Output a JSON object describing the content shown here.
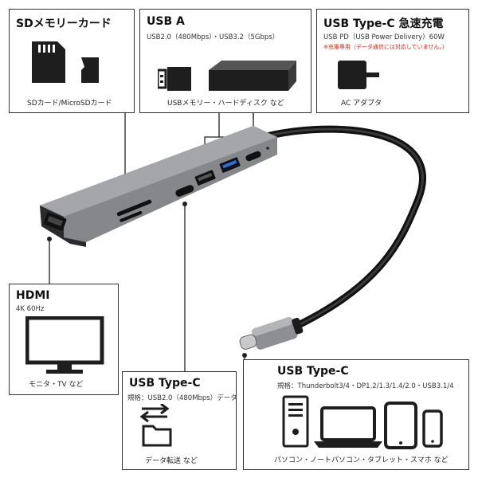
{
  "sd": {
    "title": "SDメモリーカード",
    "caption": "SDカード/MicroSDカード",
    "icon": "sd-card-icon"
  },
  "usba": {
    "title": "USB A",
    "spec": "USB2.0（480Mbps）・USB3.2（5Gbps）",
    "caption": "USBメモリー・ハードディスク など",
    "icons": [
      "usb-flash-drive-icon",
      "hard-disk-icon"
    ]
  },
  "pd": {
    "title": "USB Type-C 急速充電",
    "spec": "USB PD（USB Power Delivery）60W",
    "note": "※充電専用（データ通信には対応していません。）",
    "caption": "AC アダプタ",
    "icon": "ac-adapter-icon"
  },
  "hdmi": {
    "title": "HDMI",
    "spec": "4K 60Hz",
    "caption": "モニタ・TV など",
    "icon": "monitor-icon"
  },
  "usbc_data": {
    "title": "USB Type-C",
    "spec": "規格：USB2.0（480Mbps）データ",
    "caption": "データ転送 など",
    "icon": "data-transfer-icon"
  },
  "usbc_host": {
    "title": "USB Type-C",
    "spec": "規格：Thunderbolt3/4・DP1.2/1.3/1.4/2.0・USB3.1/4",
    "caption": "パソコン・ノートパソコン・タブレット・スマホ など",
    "icons": [
      "desktop-pc-icon",
      "laptop-icon",
      "tablet-icon",
      "smartphone-icon"
    ]
  },
  "colors": {
    "hub_body": "#8e8f93",
    "hub_dark": "#2b2b2e",
    "cable": "#1c1c1c",
    "note_red": "#dd1111"
  }
}
